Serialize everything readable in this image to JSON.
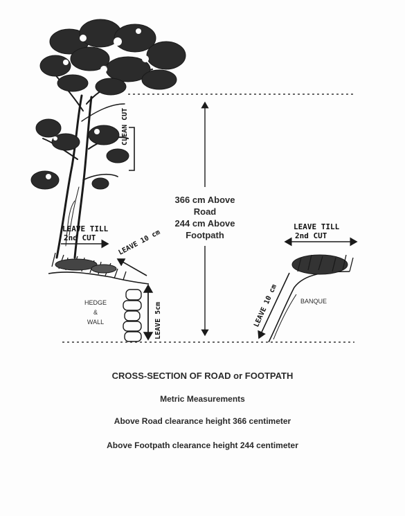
{
  "clearance_note": [
    "366 cm Above",
    "Road",
    "244 cm Above",
    "Footpath"
  ],
  "left_side": {
    "clean_cut": "CLEAN CUT",
    "leave_till": "LEAVE TILL",
    "second_cut": "2nd CUT",
    "leave_10": "LEAVE 10 cm",
    "hedge_line1": "HEDGE",
    "hedge_line2": "&",
    "hedge_line3": "WALL",
    "leave_5": "LEAVE 5cm"
  },
  "right_side": {
    "leave_till": "LEAVE TILL",
    "second_cut": "2nd CUT",
    "leave_10": "LEAVE 10 cm",
    "banque": "BANQUE"
  },
  "captions": {
    "title": "CROSS-SECTION OF ROAD or FOOTPATH",
    "subtitle": "Metric Measurements",
    "road_line": "Above Road clearance height 366 centimeter",
    "footpath_line": "Above Footpath clearance height 244 centimeter"
  },
  "colors": {
    "ink": "#1a1a1a",
    "paper": "#fdfdfd"
  }
}
